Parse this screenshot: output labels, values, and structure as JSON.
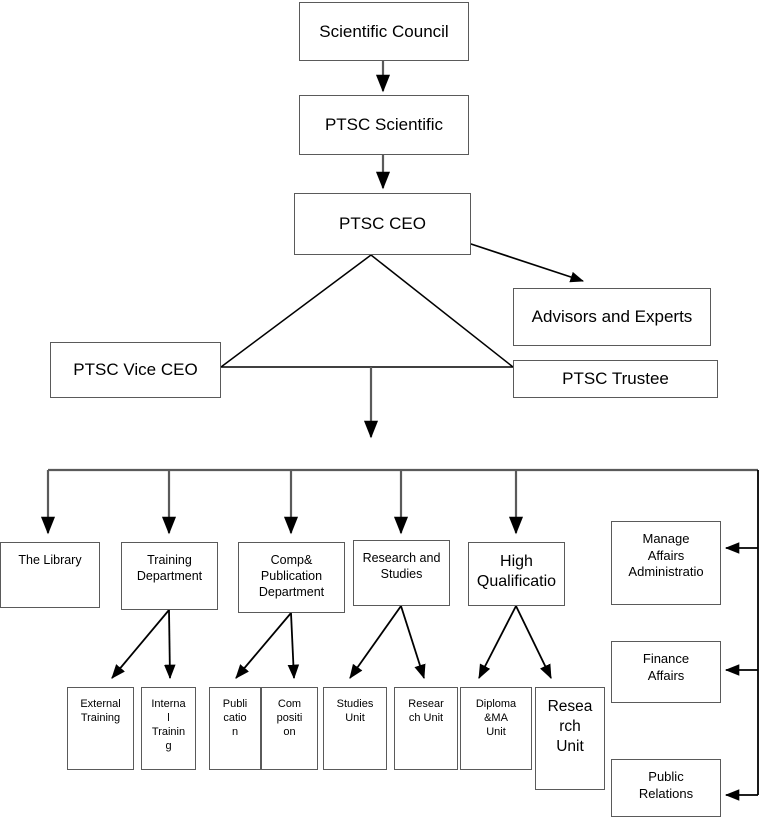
{
  "diagram": {
    "title": "PTSC Organizational Structure Chart",
    "line_color": "#5a5a5a",
    "arrow_color": "#000000",
    "box_fill": "#ffffff",
    "text_color": "#000000"
  },
  "nodes": {
    "scientific_council": "Scientific Council",
    "ptsc_scientific": "PTSC Scientific",
    "ptsc_ceo": "PTSC CEO",
    "advisors_experts": "Advisors and Experts",
    "ptsc_trustee": "PTSC Trustee",
    "ptsc_vice_ceo": "PTSC Vice CEO",
    "the_library": "The Library",
    "training_department": "Training\nDepartment",
    "comp_publication_department": "Comp&\nPublication\nDepartment",
    "research_and_studies": "Research and\nStudies",
    "high_qualification": "High\nQualificatio",
    "manage_affairs_administration": "Manage\nAffairs\nAdministratio",
    "finance_affairs": "Finance\nAffairs",
    "public_relations": "Public\nRelations",
    "external_training": "External\nTraining",
    "internal_training": "Interna\nl\nTrainin\ng",
    "publication": "Publi\ncatio\nn",
    "composition": "Com\npositi\non",
    "studies_unit": "Studies\nUnit",
    "research_unit_studies": "Resear\nch Unit",
    "diploma_ma_unit": "Diploma\n&MA\nUnit",
    "research_unit_high_qual": "Resea\nrch\nUnit"
  },
  "connections": [
    {
      "from": "scientific_council",
      "to": "ptsc_scientific",
      "kind": "arrow-down"
    },
    {
      "from": "ptsc_scientific",
      "to": "ptsc_ceo",
      "kind": "arrow-down"
    },
    {
      "from": "ptsc_ceo",
      "to": "advisors_experts",
      "kind": "arrow-diagonal"
    },
    {
      "from": "ptsc_ceo",
      "to": "ptsc_vice_ceo",
      "kind": "line-diagonal"
    },
    {
      "from": "ptsc_ceo",
      "to": "ptsc_trustee",
      "kind": "line-diagonal"
    },
    {
      "from": "ptsc_vice_ceo",
      "to": "ptsc_trustee",
      "kind": "line-horizontal"
    },
    {
      "from": "ptsc_ceo",
      "to": "departments-bus",
      "kind": "arrow-down"
    },
    {
      "from": "departments-bus",
      "to": "the_library",
      "kind": "arrow-down"
    },
    {
      "from": "departments-bus",
      "to": "training_department",
      "kind": "arrow-down"
    },
    {
      "from": "departments-bus",
      "to": "comp_publication_department",
      "kind": "arrow-down"
    },
    {
      "from": "departments-bus",
      "to": "research_and_studies",
      "kind": "arrow-down"
    },
    {
      "from": "departments-bus",
      "to": "high_qualification",
      "kind": "arrow-down"
    },
    {
      "from": "departments-bus",
      "to": "manage_affairs_administration",
      "kind": "arrow-left"
    },
    {
      "from": "departments-bus",
      "to": "finance_affairs",
      "kind": "arrow-left"
    },
    {
      "from": "departments-bus",
      "to": "public_relations",
      "kind": "arrow-left"
    },
    {
      "from": "training_department",
      "to": "external_training",
      "kind": "arrow-branch"
    },
    {
      "from": "training_department",
      "to": "internal_training",
      "kind": "arrow-branch"
    },
    {
      "from": "comp_publication_department",
      "to": "publication",
      "kind": "arrow-branch"
    },
    {
      "from": "comp_publication_department",
      "to": "composition",
      "kind": "arrow-branch"
    },
    {
      "from": "research_and_studies",
      "to": "studies_unit",
      "kind": "arrow-branch"
    },
    {
      "from": "research_and_studies",
      "to": "research_unit_studies",
      "kind": "arrow-branch"
    },
    {
      "from": "high_qualification",
      "to": "diploma_ma_unit",
      "kind": "arrow-branch"
    },
    {
      "from": "high_qualification",
      "to": "research_unit_high_qual",
      "kind": "arrow-branch"
    }
  ]
}
